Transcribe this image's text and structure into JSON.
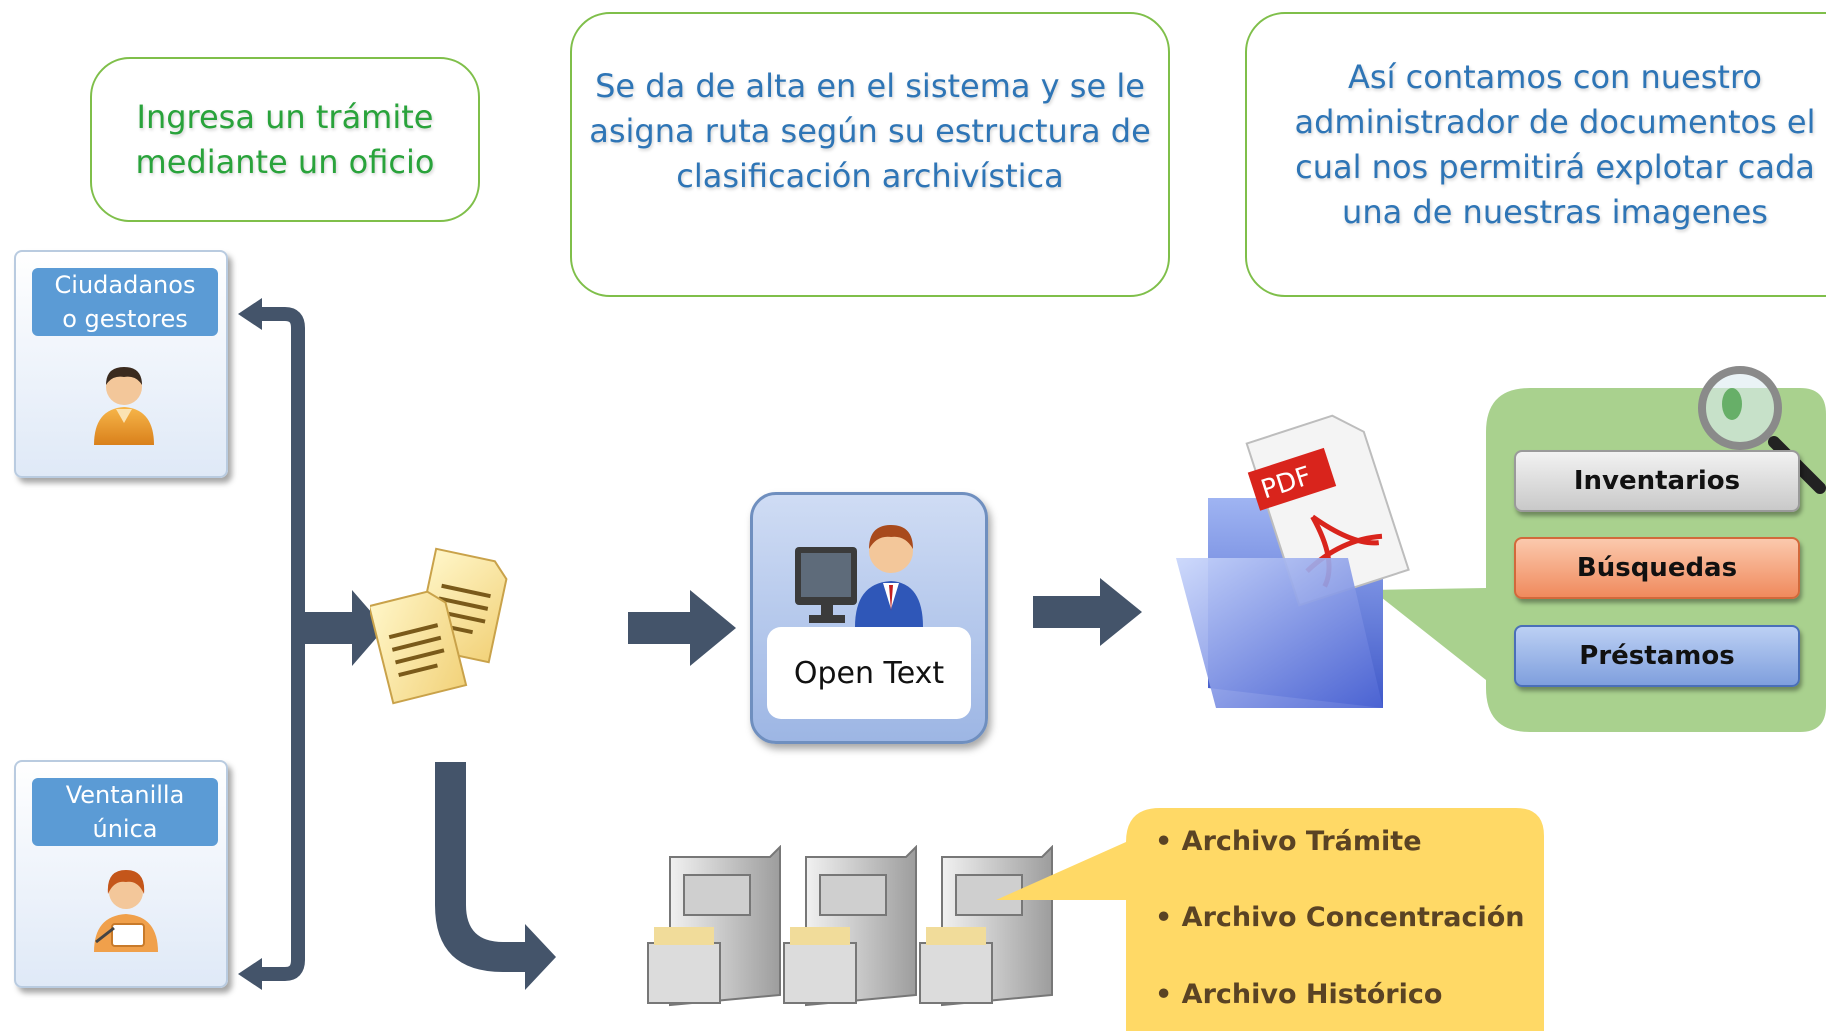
{
  "callouts": {
    "ingresa": {
      "text": "Ingresa un trámite\nmediante un oficio",
      "color": "#29a33b"
    },
    "alta": {
      "text": "Se da de alta en el sistema y se le\nasigna ruta según su estructura de\nclasificación archivística",
      "color": "#2e75b6"
    },
    "administrador": {
      "text": "Así contamos con nuestro\nadministrador de documentos el\ncual nos permitirá explotar cada\nuna de nuestras imagenes",
      "color": "#2e75b6"
    }
  },
  "actors": [
    {
      "label": "Ciudadanos\no gestores",
      "icon": "citizen-icon"
    },
    {
      "label": "Ventanilla\núnica",
      "icon": "clerk-icon"
    }
  ],
  "system": {
    "label": "Open Text",
    "icon": "computer-user-icon"
  },
  "menu": {
    "items": [
      {
        "label": "Inventarios",
        "color": "#d9d9d9"
      },
      {
        "label": "Búsquedas",
        "color": "#f4a582"
      },
      {
        "label": "Préstamos",
        "color": "#8faadc"
      }
    ],
    "panel_color": "#a9d18e"
  },
  "archives": {
    "items": [
      "Archivo Trámite",
      "Archivo Concentración",
      "Archivo Histórico"
    ],
    "bubble_color": "#ffd966"
  },
  "icons": {
    "documents": "documents-icon",
    "folder": "pdf-folder-icon",
    "magnifier": "magnifier-icon",
    "cabinets": "file-cabinet-icon"
  },
  "colors": {
    "arrow": "#44546a",
    "callout_border": "#7fbf4a"
  }
}
